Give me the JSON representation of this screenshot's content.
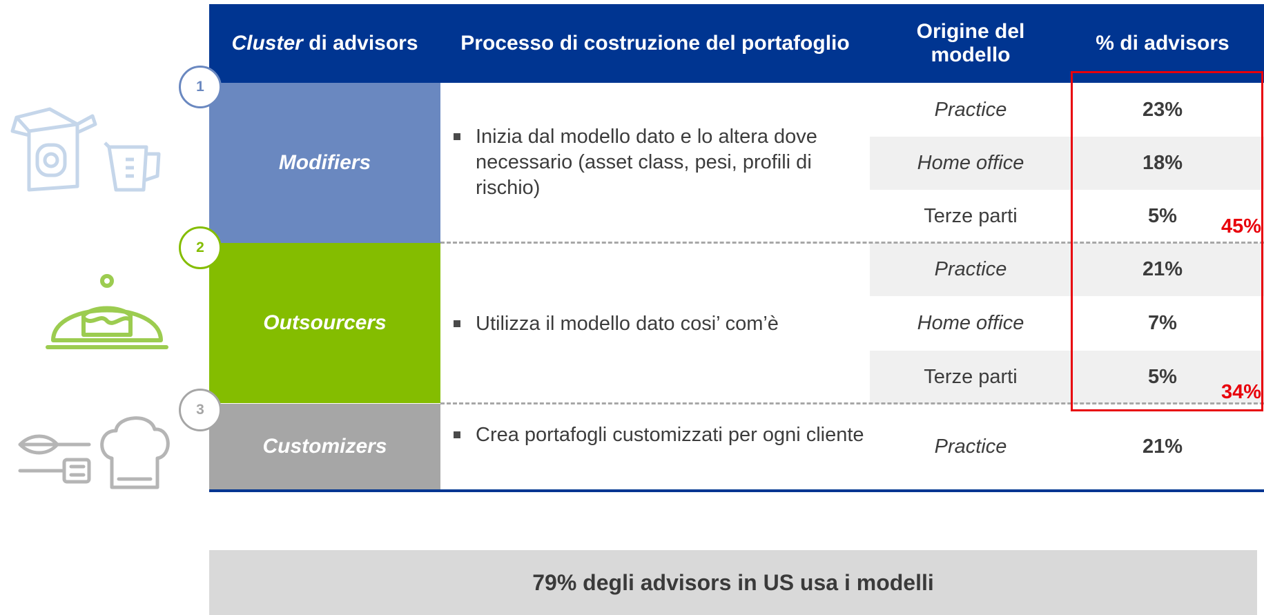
{
  "header": {
    "col1_emph": "Cluster",
    "col1_rest": " di advisors",
    "col2": "Processo di costruzione del portafoglio",
    "col3_line1": "Origine del",
    "col3_line2": "modello",
    "col4": "% di advisors"
  },
  "clusters": [
    {
      "number": "1",
      "name": "Modifiers",
      "description": "Inizia dal modello dato e lo altera dove necessario (asset class, pesi, profili di rischio)",
      "rows": [
        {
          "origin": "Practice",
          "percent": "23%"
        },
        {
          "origin": "Home office",
          "percent": "18%"
        },
        {
          "origin": "Terze parti",
          "percent": "5%"
        }
      ],
      "total": "45%",
      "color": "#6a88c0"
    },
    {
      "number": "2",
      "name": "Outsourcers",
      "description": "Utilizza il modello dato cosi’ com’è",
      "rows": [
        {
          "origin": "Practice",
          "percent": "21%"
        },
        {
          "origin": "Home office",
          "percent": "7%"
        },
        {
          "origin": "Terze parti",
          "percent": "5%"
        }
      ],
      "total": "34%",
      "color": "#84bd00"
    },
    {
      "number": "3",
      "name": "Customizers",
      "description": "Crea portafogli customizzati per ogni cliente",
      "rows": [
        {
          "origin": "Practice",
          "percent": "21%"
        }
      ],
      "color": "#a6a6a6"
    }
  ],
  "footer": "79% degli advisors in US usa i modelli",
  "icons": [
    "cereal-box-icon",
    "measuring-cup-icon",
    "covered-cake-dish-icon",
    "whisk-icon",
    "spatula-icon",
    "chef-hat-icon"
  ],
  "colors": {
    "header": "#003591",
    "highlight": "#e8000b",
    "modifiers": "#6a88c0",
    "outsourcers": "#84bd00",
    "customizers": "#a6a6a6",
    "icon_blue": "#c5d6ea",
    "icon_green": "#9ccc50",
    "icon_gray": "#b5b5b5"
  }
}
